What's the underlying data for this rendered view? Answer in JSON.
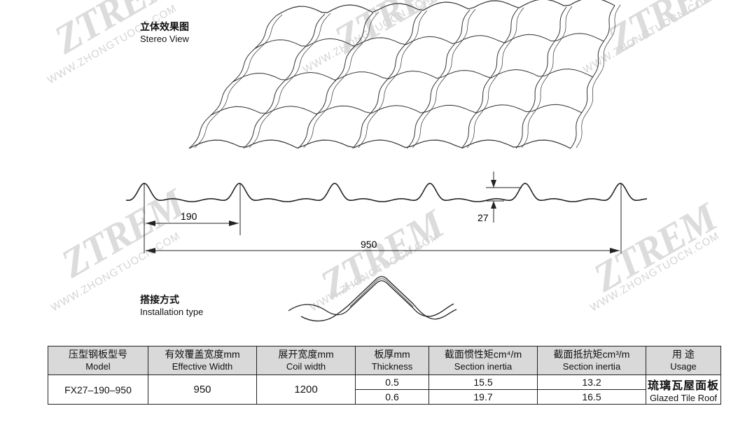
{
  "stereo": {
    "cn": "立体效果图",
    "en": "Stereo View"
  },
  "install": {
    "cn": "搭接方式",
    "en": "Installation type"
  },
  "dimensions": {
    "pitch": "190",
    "height": "27",
    "width": "950"
  },
  "table": {
    "headers": [
      {
        "cn": "压型钢板型号",
        "en": "Model"
      },
      {
        "cn": "有效覆盖宽度mm",
        "en": "Effective Width"
      },
      {
        "cn": "展开宽度mm",
        "en": "Coil width"
      },
      {
        "cn": "板厚mm",
        "en": "Thickness"
      },
      {
        "cn": "截面惯性矩cm⁴/m",
        "en": "Section inertia"
      },
      {
        "cn": "截面抵抗矩cm³/m",
        "en": "Section inertia"
      },
      {
        "cn": "用 途",
        "en": "Usage"
      }
    ],
    "model": "FX27–190–950",
    "effective_width": "950",
    "coil_width": "1200",
    "rows": [
      {
        "thickness": "0.5",
        "inertia": "15.5",
        "resistance": "13.2"
      },
      {
        "thickness": "0.6",
        "inertia": "19.7",
        "resistance": "16.5"
      }
    ],
    "usage": {
      "cn": "琉璃瓦屋面板",
      "en": "Glazed Tile Roof"
    }
  },
  "watermarks": {
    "site": "WWW.ZHONGTUOCN.COM",
    "logo": "ZTREM"
  }
}
